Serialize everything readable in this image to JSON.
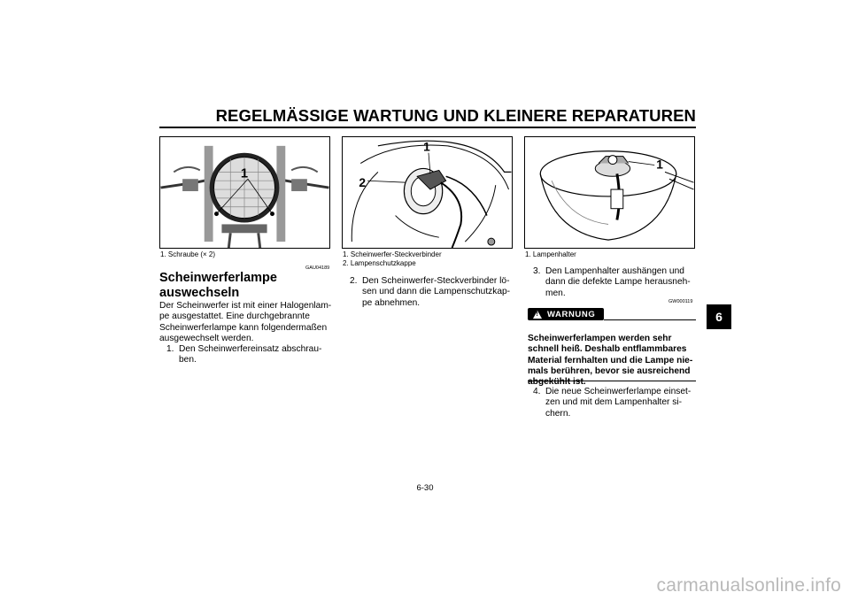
{
  "header": {
    "title": "REGELMÄSSIGE WARTUNG UND KLEINERE REPARATUREN"
  },
  "figures": [
    {
      "callouts": [
        "1"
      ],
      "captions": [
        "1.  Schraube (× 2)"
      ]
    },
    {
      "callouts": [
        "1",
        "2"
      ],
      "captions": [
        "1.  Scheinwerfer-Steckverbinder",
        "2.  Lampenschutzkappe"
      ]
    },
    {
      "callouts": [
        "1"
      ],
      "captions": [
        "1.  Lampenhalter"
      ]
    }
  ],
  "section": {
    "code": "GAU04189",
    "title_line1": "Scheinwerferlampe",
    "title_line2": "auswechseln",
    "intro": [
      "Der Scheinwerfer ist mit einer Halogenlam-",
      "pe ausgestattet. Eine durchgebrannte",
      "Scheinwerferlampe kann folgendermaßen",
      "ausgewechselt werden."
    ]
  },
  "steps": [
    {
      "num": "1.",
      "lines": [
        "Den Scheinwerfereinsatz abschrau-",
        "ben."
      ]
    },
    {
      "num": "2.",
      "lines": [
        "Den Scheinwerfer-Steckverbinder lö-",
        "sen und dann die Lampenschutzkap-",
        "pe abnehmen."
      ]
    },
    {
      "num": "3.",
      "lines": [
        "Den Lampenhalter aushängen und",
        "dann die defekte Lampe herausneh-",
        "men."
      ]
    },
    {
      "num": "4.",
      "lines": [
        "Die neue Scheinwerferlampe einset-",
        "zen und mit dem Lampenhalter si-",
        "chern."
      ]
    }
  ],
  "warning": {
    "code": "GW000119",
    "label": "WARNUNG",
    "symbol": "!",
    "lines": [
      "Scheinwerferlampen werden sehr",
      "schnell heiß. Deshalb entflammbares",
      "Material fernhalten und die Lampe nie-",
      "mals berühren, bevor sie ausreichend",
      "abgekühlt ist."
    ]
  },
  "chapter_tab": "6",
  "page_number": "6-30",
  "watermark": "carmanualsonline.info"
}
